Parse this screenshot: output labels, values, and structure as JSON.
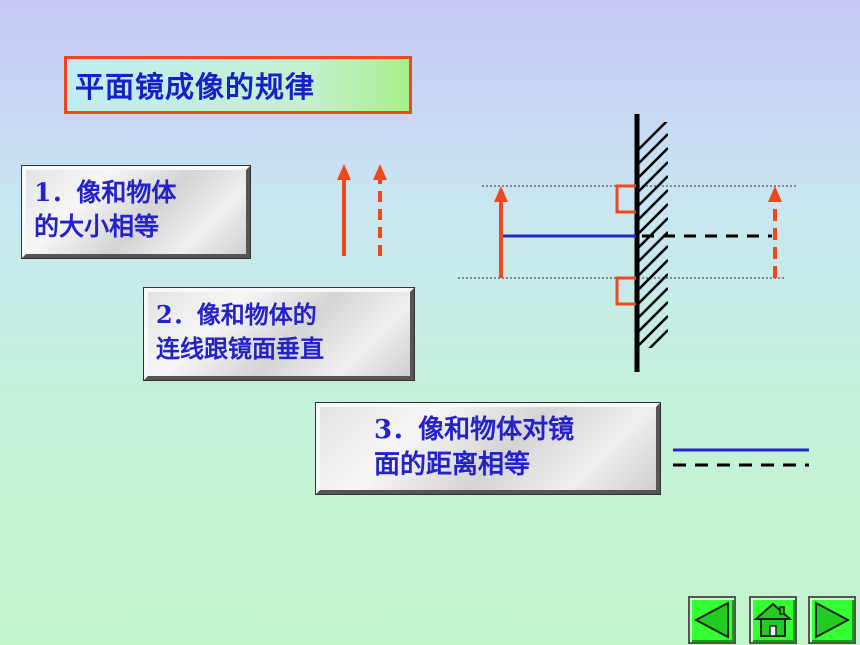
{
  "title": "平面镜成像的规律",
  "rules": [
    {
      "number": "1．",
      "line1_rest": "像和物体",
      "line2": "的大小相等"
    },
    {
      "number": "2．",
      "line1_rest": "像和物体的",
      "line2": "连线跟镜面垂直"
    },
    {
      "number": "3．",
      "line1_rest": "像和物体对镜",
      "line2": "面的距离相等"
    }
  ],
  "colors": {
    "title_text": "#1a21c4",
    "card_text": "#2422c8",
    "arrow": "#f0481c",
    "line_blue": "#2429c8",
    "mirror": "#000000",
    "nav_button": "#33ff33"
  },
  "nav_icons": [
    "prev-arrow-icon",
    "home-icon",
    "next-arrow-icon"
  ]
}
